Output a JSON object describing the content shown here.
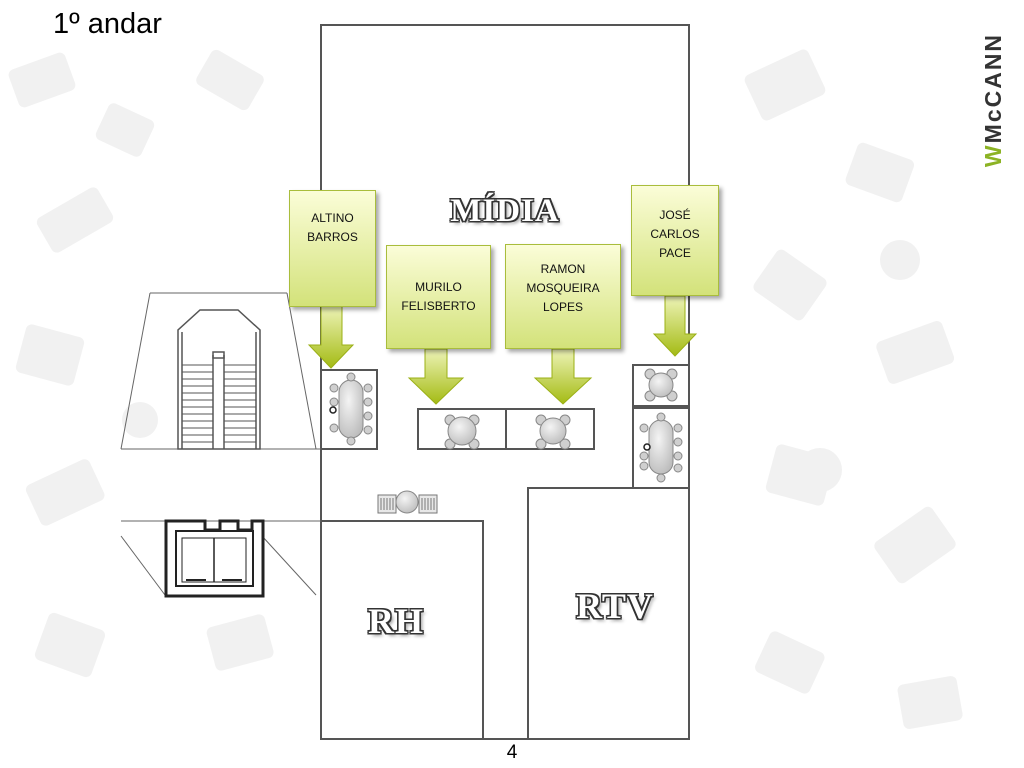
{
  "slide": {
    "title": "1º andar",
    "page_number": "4"
  },
  "logo": {
    "text_prefix": "W",
    "text_rest": "McCANN",
    "accent_color": "#8cb324"
  },
  "rooms": {
    "midia": "MÍDIA",
    "rh": "RH",
    "rtv": "RTV"
  },
  "callouts": {
    "altino": "ALTINO\nBARROS",
    "murilo": "MURILO\nFELISBERTO",
    "ramon": "RAMON\nMOSQUEIRA\nLOPES",
    "jose": "JOSÉ\nCARLOS\nPACE"
  },
  "colors": {
    "callout_fill": "#e4ee9e",
    "arrow": "#a8bf1c",
    "walls": "#555555"
  },
  "icons": [
    "meeting-table-icon",
    "round-table-icon",
    "chair-icon",
    "staircase-icon",
    "elevator-icon",
    "down-arrow-icon"
  ]
}
